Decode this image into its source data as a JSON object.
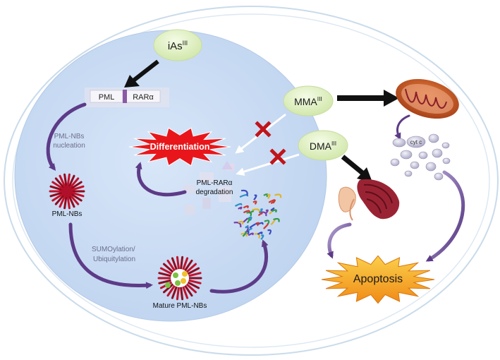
{
  "agents": {
    "ias": {
      "base": "iAs",
      "sup": "III"
    },
    "mma": {
      "base": "MMA",
      "sup": "III"
    },
    "dma": {
      "base": "DMA",
      "sup": "III"
    }
  },
  "labels": {
    "pml": "PML",
    "rara": "RARα",
    "nucleation_line1": "PML-NBs",
    "nucleation_line2": "nucleation",
    "differentiation": "Differentiation",
    "degradation_line1": "PML-RARα",
    "degradation_line2": "degradation",
    "pml_nbs": "PML-NBs",
    "sumo_line1": "SUMOylation/",
    "sumo_line2": "Ubiquitylation",
    "mature": "Mature  PML-NBs",
    "cytc": "cyt c",
    "apoptosis": "Apoptosis"
  },
  "icons": [
    "mitochondrion-icon",
    "endoplasmic-reticulum-icon",
    "pml-nb-flower-icon",
    "mature-pml-nb-icon",
    "protein-structure-icon",
    "inhibition-cross-icon"
  ],
  "colors": {
    "nucleus": "#c9dcf4",
    "agent_bubble": "#e4f3c8",
    "differentiation_burst": "#e8161a",
    "apoptosis_burst": "#f7a11a",
    "process_arrow": "#5d3b87",
    "cross": "#c0141b",
    "label_grey": "#6e6e8a"
  }
}
